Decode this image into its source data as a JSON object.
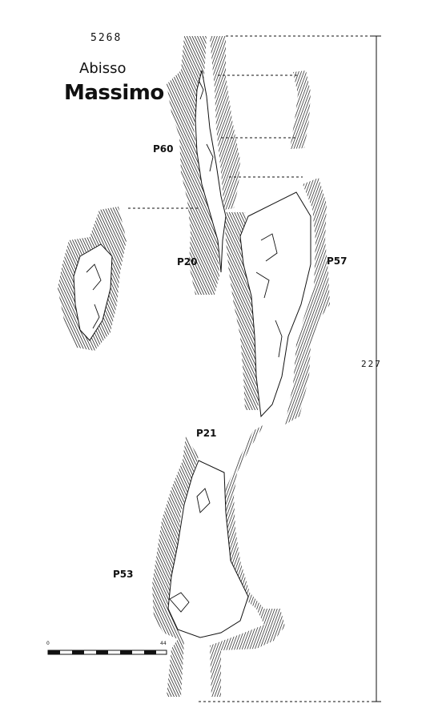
{
  "cave": {
    "number": "5268",
    "name_line1": "Abisso",
    "name_line2": "Massimo"
  },
  "pitches": {
    "p60": "P60",
    "p20": "P20",
    "p57": "P57",
    "p21": "P21",
    "p53": "P53"
  },
  "depth": "227",
  "scale": {
    "start": "0",
    "end": "44"
  },
  "colors": {
    "ink": "#111111",
    "paper": "#ffffff"
  }
}
